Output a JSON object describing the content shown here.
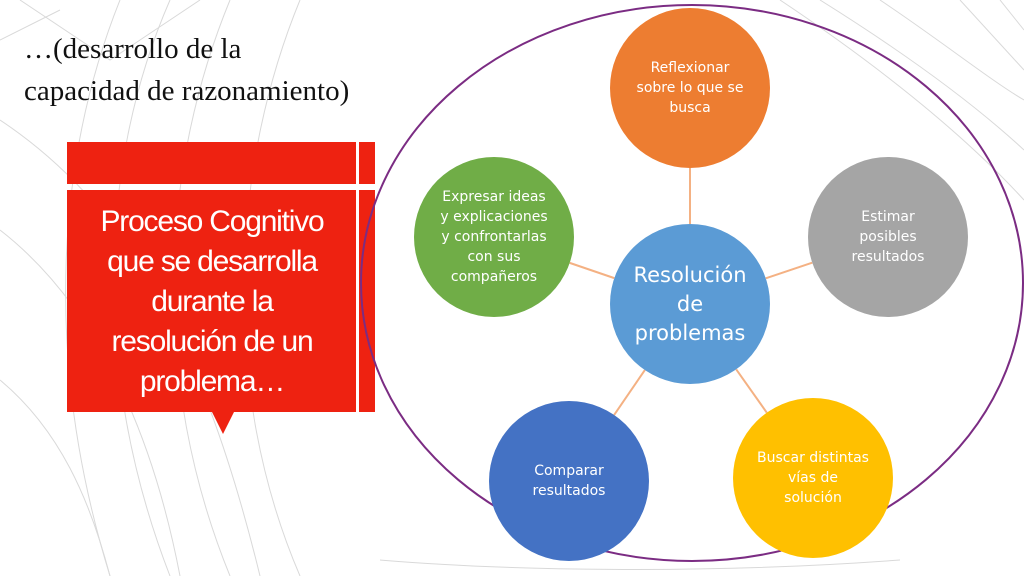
{
  "title_lines": [
    "…(desarrollo de la",
    "capacidad de razonamiento)"
  ],
  "callout_lines": [
    "Proceso Cognitivo",
    "que se desarrolla",
    "durante la",
    "resolución de un",
    "problema…"
  ],
  "diagram": {
    "center": {
      "lines": [
        "Resolución",
        "de",
        "problemas"
      ],
      "color": "#5b9bd5"
    },
    "nodes": [
      {
        "id": "reflexionar",
        "lines": [
          "Reflexionar",
          "sobre lo que se",
          "busca"
        ],
        "color": "#ed7d31"
      },
      {
        "id": "estimar",
        "lines": [
          "Estimar",
          "posibles",
          "resultados"
        ],
        "color": "#a5a5a5"
      },
      {
        "id": "buscar",
        "lines": [
          "Buscar distintas",
          "vías de",
          "solución"
        ],
        "color": "#ffc000"
      },
      {
        "id": "comparar",
        "lines": [
          "Comparar",
          "resultados"
        ],
        "color": "#4472c4"
      },
      {
        "id": "expresar",
        "lines": [
          "Expresar ideas",
          "y explicaciones",
          "y confrontarlas",
          "con sus",
          "compañeros"
        ],
        "color": "#70ad47"
      }
    ],
    "connector_color": "#f4b183",
    "outer_ring_color": "#7b2c83"
  }
}
